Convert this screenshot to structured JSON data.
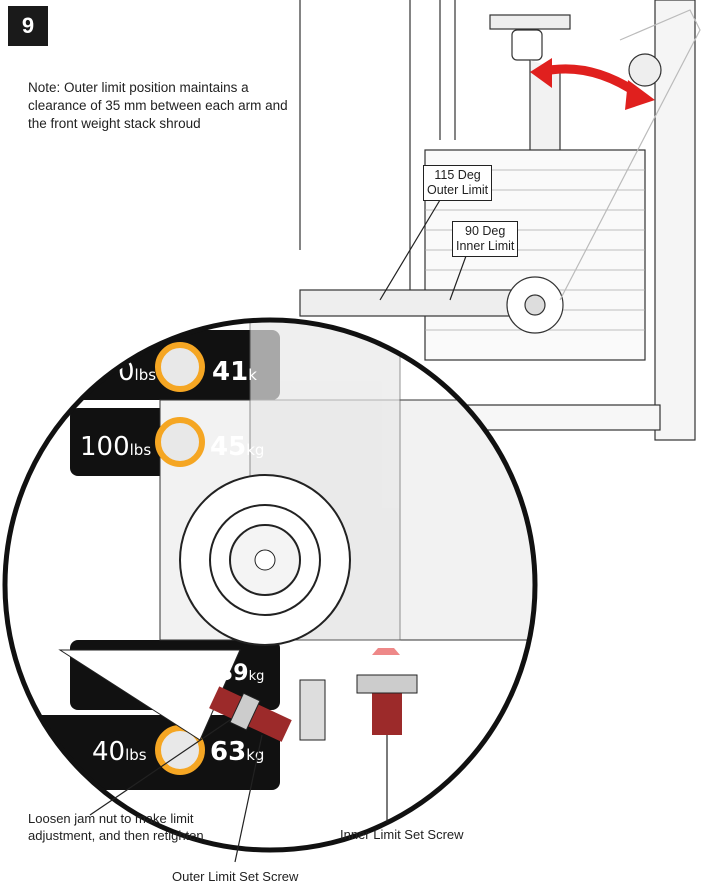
{
  "step_number": "9",
  "note": "Note: Outer limit position maintains a clearance of 35 mm between each arm and the front weight stack shroud",
  "labels": {
    "outer_limit": {
      "line1": "115 Deg",
      "line2": "Outer Limit"
    },
    "inner_limit": {
      "line1": "90 Deg",
      "line2": "Inner Limit"
    }
  },
  "weight_plates": [
    {
      "lbs": "0",
      "lbs_unit": "lbs",
      "kg": "41",
      "kg_unit": "k"
    },
    {
      "lbs": "100",
      "lbs_unit": "lbs",
      "kg": "45",
      "kg_unit": "kg"
    },
    {
      "kg": "39",
      "kg_unit": "kg"
    },
    {
      "lbs": "40",
      "lbs_unit": "lbs",
      "kg": "63",
      "kg_unit": "kg"
    }
  ],
  "callouts": {
    "jam_nut": "Loosen jam nut to make limit adjustment, and then retighten",
    "inner_set_screw": "Inner Limit Set Screw",
    "outer_set_screw": "Outer Limit Set Screw"
  },
  "colors": {
    "arrow": "#e0201e",
    "ring": "#f5a623",
    "screw": "#9c2a2a"
  }
}
